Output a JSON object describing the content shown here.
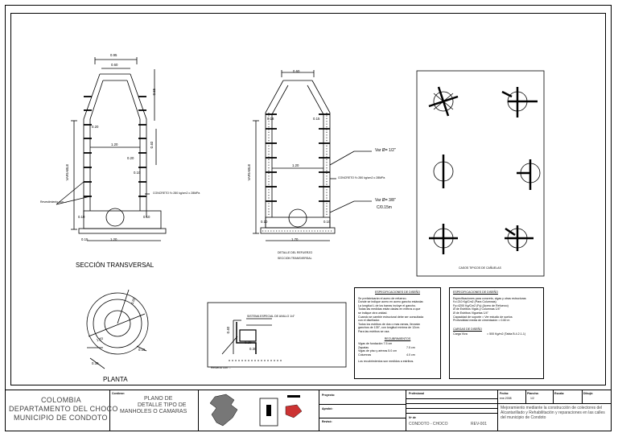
{
  "drawing": {
    "seccion_transversal": {
      "title": "SECCIÓN TRANSVERSAL",
      "dims": {
        "top_outer": "0.95",
        "top_inner": "0.60",
        "top_side": "0.65",
        "d1": "0.20",
        "d2": "0.40",
        "d3": "0.20",
        "d4": "0.10",
        "width": "1.20",
        "bottom_left": "0.10",
        "bottom_right": "0.10",
        "base_left": "0.15",
        "base_width": "1.20"
      },
      "variable": "VARIABLE",
      "concrete": "CONCRETO f'c 280 kg/cm2 o 28MPa",
      "label_left": "Revestimiento con ..."
    },
    "detalle_refuerzo": {
      "title_line1": "DETALLE DEL REFUERZO",
      "title_line2": "SECCION TRANSVERSAL",
      "dims": {
        "top": "0.60",
        "d1": "0.18",
        "d2": "0.15",
        "width": "1.20",
        "bottom_left": "0.10",
        "bottom_right": "0.10",
        "base": "1.70"
      },
      "variable": "VARIABLE",
      "var1": "Var Ø= 1/2\"",
      "concrete": "CONCRETO f'c 280 kg/cm2 o 28MPa",
      "var2_line1": "Var Ø= 3/8\"",
      "var2_line2": "C/0.15m"
    },
    "canuelas": {
      "title": "CASOS TIPICOS DE CAÑUELAS"
    },
    "planta": {
      "title": "PLANTA",
      "dims": {
        "d1": "0.60",
        "d2": "1.20",
        "d3": "0.15",
        "d4": "0.30"
      }
    },
    "detalle_tapa": {
      "dims": {
        "d1": "0.40",
        "d2": "0.20",
        "d3": "0.30"
      },
      "note1": "SISTEMA ESPECIAL DE ANILLO 1/4\"",
      "note2": "Refuerzo con ..."
    }
  },
  "especificaciones_1": {
    "title": "ESPECIFICACIONES DE DISEÑO",
    "lines": [
      "Se prefabricarán el acero de refuerzo.",
      "Donde se indique acero en acero gancho estándar.",
      "La longitud L de los barras incluye el gancho.",
      "Todas las medidas están dadas en metros a que",
      "    se indique otra unidad.",
      "Cuando se cambie estructural debe ser consultada",
      "    con el diseñador.",
      "Todos los estribos de dos o mas ramas, llevarán",
      "    ganchos de 135°, con longitud mínima de 12cm.",
      "    Para las estribos se usa."
    ],
    "subtitle": "RECUBRIMIENTOS",
    "rec_rows": [
      {
        "label": "Vigas de fundación 7.5 cm",
        "value": ""
      },
      {
        "label": "Zapatas",
        "value": "7.5 cm"
      },
      {
        "label": "Vigas de piso y aéreas 5.0 cm",
        "value": ""
      },
      {
        "label": "Columnas",
        "value": "4.0 cm"
      }
    ],
    "footnote": "Los recubrimientos son medidos a estribos."
  },
  "especificaciones_2": {
    "title": "ESPECIFICACIONES DE DISEÑO",
    "lines": [
      "Especificaciones para concreto, vigas y otras estructuras",
      "f'c=210 Kg/Cm2 (Para Columnas)",
      "Fy=4200 Kg/Cm2 (Fy) (Acero de Refuerzo)",
      "Ø de Estribos Vigas y Columnas 1/4\"",
      "Ø de Estribos Viguetas 1/4\"",
      "Capacidad de soporte = Ver estudio de suelos",
      "Profundidad media de cimentación = 0.60 m"
    ],
    "subtitle": "CARGAS DE DISEÑO",
    "row_label": "Carga Viva",
    "row_value": "= 500 Kg/m2 (Tabla B.4.2.1-1)"
  },
  "title_block": {
    "entity_line1": "COLOMBIA",
    "entity_line2": "DEPARTAMENTO DEL CHOCO",
    "entity_line3": "MUNICIPIO DE CONDOTO",
    "content_label": "Contiene:",
    "content_line1": "PLANO DE",
    "content_line2": "DETALLE TIPO DE",
    "content_line3": "MANHOLES O CAMARAS",
    "proyecto": "Proyecto:",
    "aprobo": "Aprobó:",
    "reviso": "Revisó:",
    "firma_label": "Profesional",
    "fecha_label": "Fecha:",
    "fecha_value": "ene.2008",
    "plano_label": "Plancha:",
    "plano_value": "1/2",
    "escala_label": "Escala:",
    "dibujo_label": "Dibujó:",
    "project_text": "Mejoramiento mediante la construcción de colectores del Alcantarillado y Rehabilitación y reparaciones en las calles del municipio de Condoto",
    "sheet_number": "Nº de",
    "matricula": "CONDOTO - CHOCO",
    "revision": "REV-001"
  }
}
